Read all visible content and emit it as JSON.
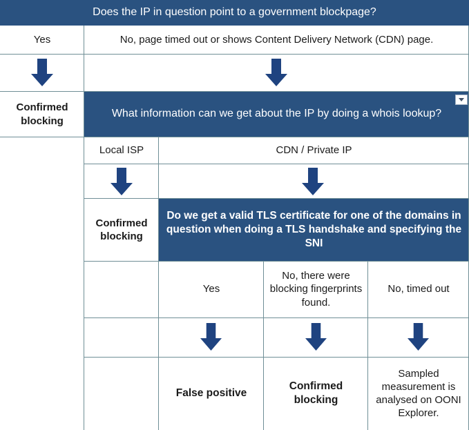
{
  "diagram": {
    "title": "OONI blockpage / IP analysis decision tree",
    "colors": {
      "band_blue": "#2a5280",
      "arrow_blue": "#1f4380",
      "rule_grey": "#6f8e96",
      "text_dark": "#1a1a1a",
      "text_light": "#ffffff"
    },
    "level1": {
      "question": "Does the IP in question point to a government blockpage?",
      "answer_yes": "Yes",
      "answer_no": "No, page timed out or shows Content Delivery Network (CDN) page.",
      "arrow_yes": "down-arrow",
      "arrow_no": "down-arrow",
      "outcome_yes": "Confirmed blocking"
    },
    "level2": {
      "question": "What information can we get about the IP by doing a whois lookup?",
      "dropdown_icon": "chevron-down-icon",
      "answer_left": "Local ISP",
      "answer_right": "CDN / Private IP",
      "arrow_left": "down-arrow",
      "arrow_right": "down-arrow",
      "outcome_left": "Confirmed blocking"
    },
    "level3": {
      "question": "Do we get a valid TLS certificate for one of the domains in question when doing a TLS handshake and specifying the SNI",
      "answers": [
        "Yes",
        "No, there were blocking fingerprints found.",
        "No, timed out"
      ],
      "arrows": [
        "down-arrow",
        "down-arrow",
        "down-arrow"
      ],
      "outcomes": [
        "False positive",
        "Confirmed blocking",
        "Sampled measurement is analysed on OONI Explorer."
      ]
    }
  }
}
